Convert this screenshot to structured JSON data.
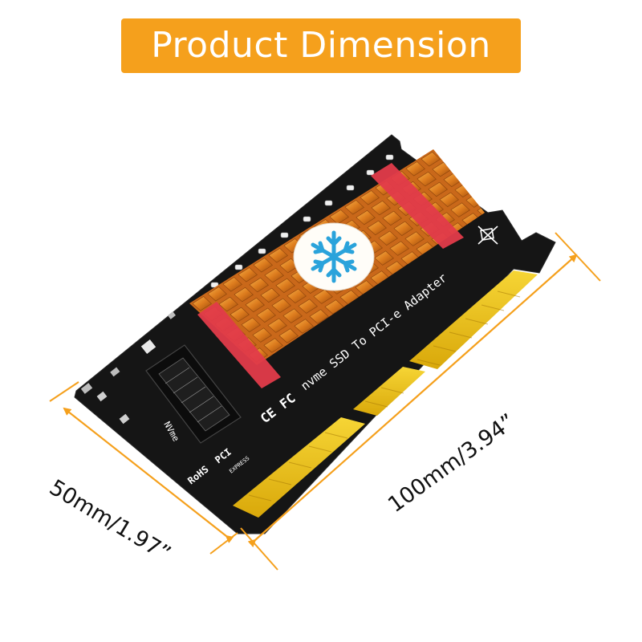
{
  "title": "Product Dimension",
  "dimensions": {
    "width": "50mm/1.97”",
    "length": "100mm/3.94”"
  },
  "board": {
    "label": "nvme SSD To PCI-e Adapter",
    "slot_label": "NVme",
    "certifications": [
      "CE",
      "FC"
    ],
    "rohs": "RoHS",
    "pci_logo": "PCI",
    "pci_sub": "EXPRESS",
    "fan_icon": "snowflake-icon"
  },
  "colors": {
    "banner": "#f5a01c",
    "arrow": "#f5a01c",
    "pcb": "#151515",
    "heatsink": "#d8781c",
    "pad": "#e23b4a",
    "gold": "#f0c414"
  }
}
